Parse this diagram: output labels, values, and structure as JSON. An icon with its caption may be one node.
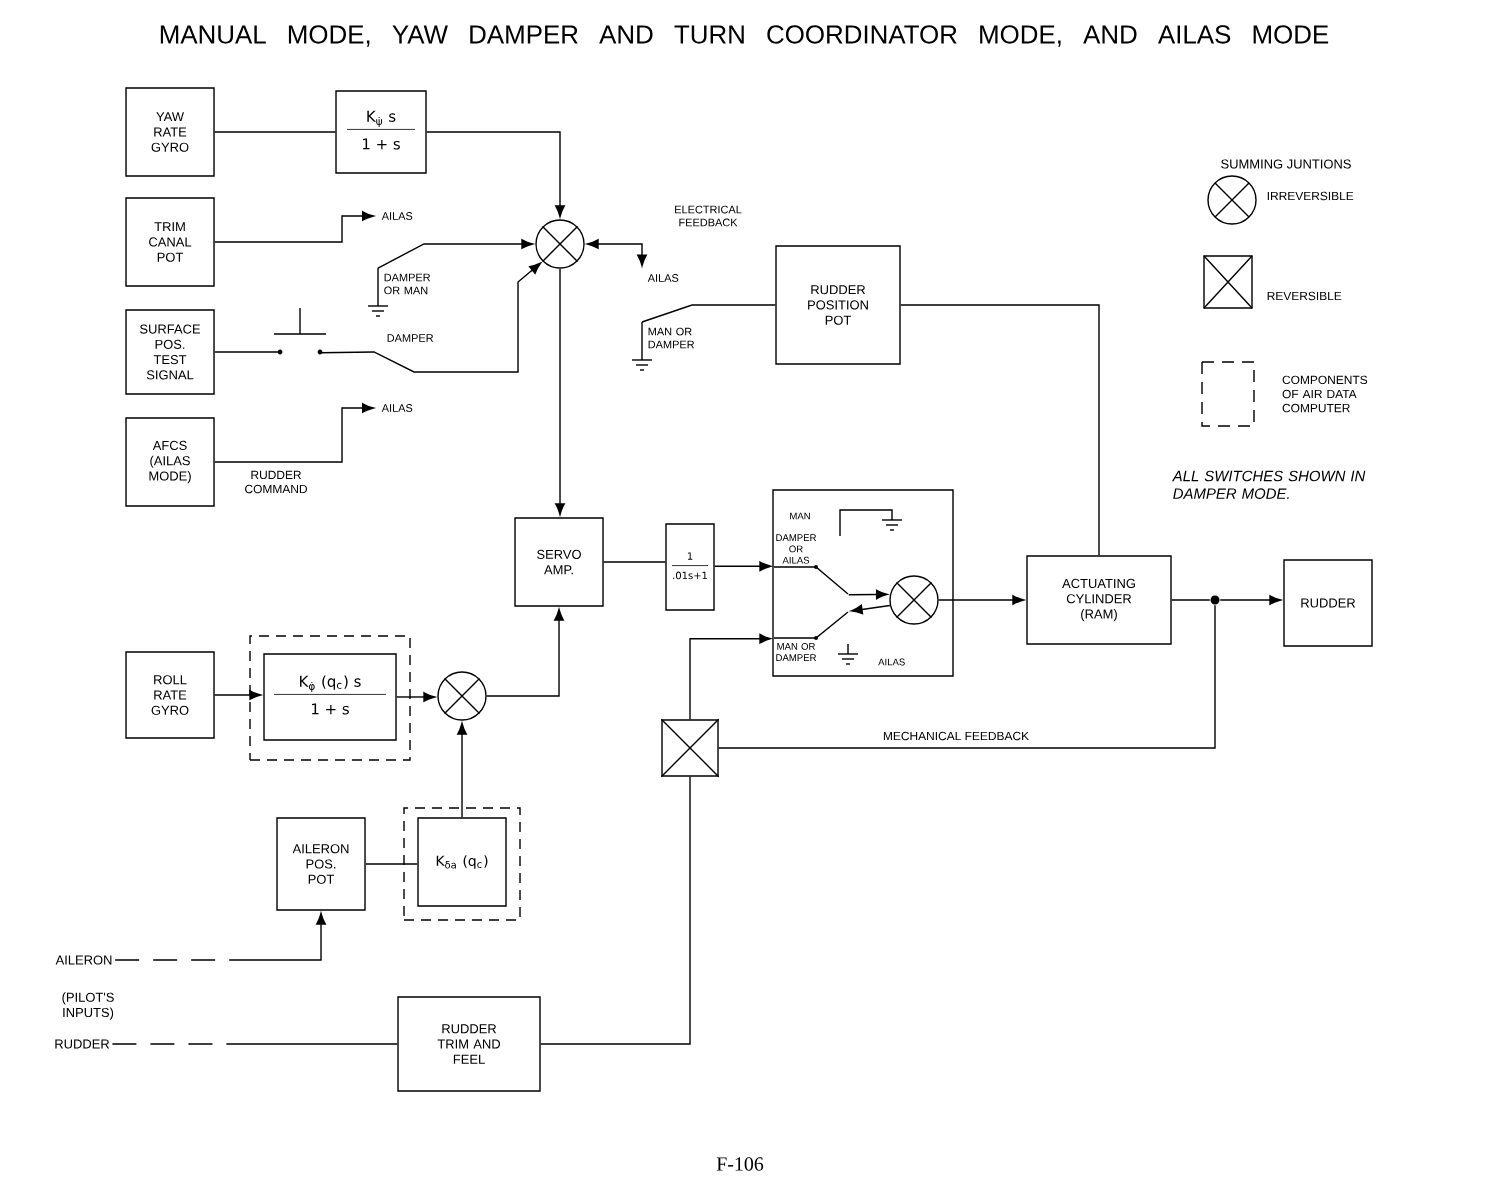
{
  "diagram": {
    "title": "MANUAL MODE, YAW DAMPER AND TURN COORDINATOR MODE, AND AILAS MODE",
    "nodes": [
      {
        "text": [
          "YAW RATE GYRO"
        ]
      },
      {
        "text": [
          "K$_{ψ̇}$ s",
          "1 + s"
        ]
      },
      {
        "text": [
          "TRIM CANAL POT"
        ]
      },
      {
        "text": [
          "AILAS"
        ]
      },
      {
        "text": [],
        "shape": "circle"
      },
      {
        "text": [
          "AILAS"
        ]
      },
      {
        "text": [
          "RUDDER POSITION POT"
        ]
      },
      {
        "text": [
          "DAMPER OR MAN"
        ]
      },
      {
        "text": [
          "MAN OR DAMPER"
        ]
      },
      {
        "text": [
          "SURFACE POS. TEST SIGNAL"
        ]
      },
      {
        "text": [],
        "shape": "switch"
      },
      {
        "text": [
          "AFCS (AILAS MODE)"
        ]
      },
      {
        "text": [
          "AILAS"
        ]
      },
      {
        "text": [
          "SERVO AMP."
        ]
      },
      {
        "text": [
          "1",
          ".01s+1"
        ]
      },
      {
        "text": [
          "MAN",
          "DAMPER OR AILAS",
          "MAN OR DAMPER",
          "AILAS"
        ]
      },
      {
        "text": [],
        "shape": "switch",
        "in": 15
      },
      {
        "text": [],
        "shape": "circle",
        "in": 15
      },
      {
        "text": [],
        "shape": "switch",
        "in": 15
      },
      {
        "text": [
          "ACTUATING CYLINDER (RAM)"
        ]
      },
      {
        "text": [],
        "shape": "dot"
      },
      {
        "text": [
          "RUDDER"
        ]
      },
      {
        "text": [
          "ROLL RATE GYRO"
        ]
      },
      {
        "text": [],
        "shape": "box"
      },
      {
        "text": [
          "K$_{φ̇}$ (q$_{c}$) s",
          "1 + s"
        ],
        "in": 23
      },
      {
        "text": [],
        "shape": "circle"
      },
      {
        "text": [],
        "shape": "box"
      },
      {
        "text": [
          "AILERON POS. POT"
        ]
      },
      {
        "text": [],
        "shape": "box"
      },
      {
        "text": [
          "K$_{δa}$ (q$_{c}$)"
        ],
        "in": 28
      },
      {
        "text": [
          "AILERON"
        ]
      },
      {
        "text": [
          "RUDDER"
        ]
      },
      {
        "text": [
          "RUDDER TRIM AND FEEL"
        ]
      }
    ],
    "edges": [
      {
        "from": 0,
        "to": 1,
        "arrow": "none"
      },
      {
        "from": 1,
        "to": 4,
        "arrow": "to"
      },
      {
        "from": 2,
        "to": 3,
        "arrow": "to"
      },
      {
        "from": 7,
        "to": 4,
        "arrow": "to"
      },
      {
        "from": 5,
        "to": 4,
        "arrow": "both",
        "label": "ELECTRICAL FEEDBACK"
      },
      {
        "from": 6,
        "to": 8,
        "arrow": "none"
      },
      {
        "from": 6,
        "to": 19,
        "arrow": "none"
      },
      {
        "from": 9,
        "to": 10,
        "arrow": "none"
      },
      {
        "from": 10,
        "to": 4,
        "arrow": "to"
      },
      {
        "from": 11,
        "to": 12,
        "arrow": "to",
        "label": "RUDDER COMMAND"
      },
      {
        "from": 4,
        "to": 13,
        "arrow": "to"
      },
      {
        "from": 13,
        "to": 14,
        "arrow": "none"
      },
      {
        "from": 14,
        "to": 16,
        "arrow": "to"
      },
      {
        "from": 16,
        "to": 17,
        "arrow": "to"
      },
      {
        "from": 17,
        "to": 18,
        "arrow": "to"
      },
      {
        "from": 17,
        "to": 19,
        "arrow": "to"
      },
      {
        "from": 19,
        "to": 20,
        "arrow": "none"
      },
      {
        "from": 20,
        "to": 21,
        "arrow": "to"
      },
      {
        "from": 20,
        "to": 26,
        "arrow": "none",
        "label": "MECHANICAL FEEDBACK"
      },
      {
        "from": 26,
        "to": 18,
        "arrow": "to"
      },
      {
        "from": 32,
        "to": 26,
        "arrow": "none"
      },
      {
        "from": 22,
        "to": 24,
        "arrow": "to"
      },
      {
        "from": 24,
        "to": 25,
        "arrow": "to"
      },
      {
        "from": 25,
        "to": 13,
        "arrow": "to"
      },
      {
        "from": 29,
        "to": 25,
        "arrow": "to"
      },
      {
        "from": 27,
        "to": 29,
        "arrow": "none"
      },
      {
        "from": 30,
        "to": 27,
        "arrow": "to",
        "style": "dashed"
      },
      {
        "from": 31,
        "to": 32,
        "arrow": "none",
        "style": "dashed"
      }
    ],
    "labels": [
      "SUMMING JUNTIONS",
      "DAMPER",
      "ALL SWITCHES SHOWN IN DAMPER MODE.",
      "(PILOT'S INPUTS)",
      "F-106"
    ],
    "legend": [
      {
        "text": "IRREVERSIBLE"
      },
      {
        "text": "REVERSIBLE"
      },
      {
        "text": "COMPONENTS OF AIR DATA COMPUTER"
      }
    ]
  }
}
